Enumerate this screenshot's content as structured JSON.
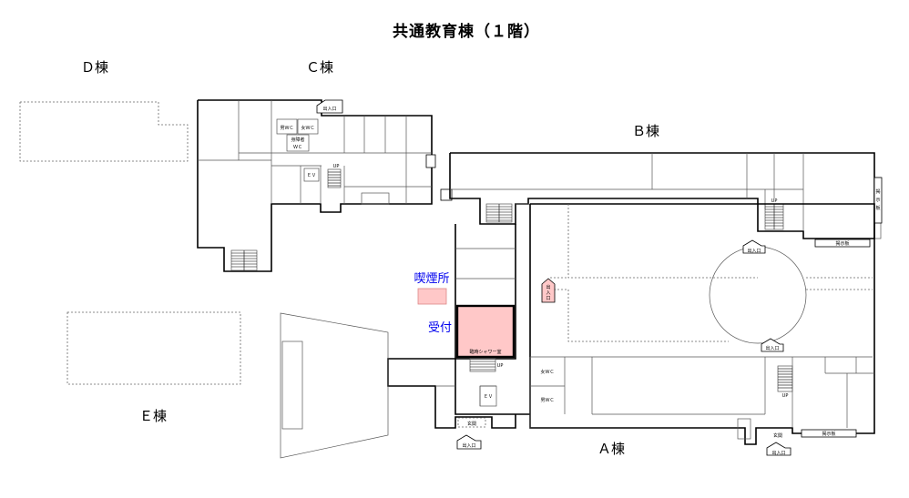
{
  "title": "共通教育棟（１階）",
  "buildings": {
    "a": "Ａ棟",
    "b": "Ｂ棟",
    "c": "Ｃ棟",
    "d": "Ｄ棟",
    "e": "Ｅ棟"
  },
  "highlights": {
    "smoking": "喫煙所",
    "reception": "受付",
    "shower_room": "臨時シャワー室"
  },
  "rooms": {
    "entrance_label": "出入口",
    "entrance_vertical": "出入口",
    "wc_men": "男ＷＣ",
    "wc_women": "女ＷＣ",
    "wc_disabled_1": "身障者",
    "wc_disabled_2": "ＷＣ",
    "ev": "ＥＶ",
    "up": "UP",
    "genkan": "玄関",
    "board": "掲示板",
    "board_vertical": "掲示板"
  },
  "colors": {
    "highlight_fill": "#ffc8c8",
    "label_blue": "#0000ee"
  }
}
